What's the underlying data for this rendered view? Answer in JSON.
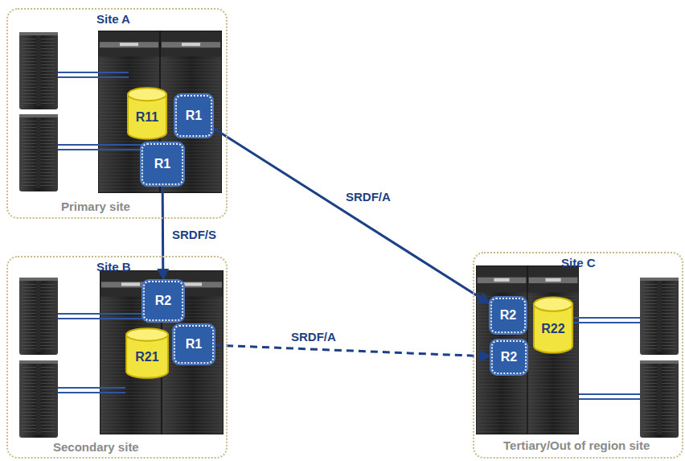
{
  "diagram": {
    "nodes": [
      {
        "text": [
          "Site A",
          "Primary site"
        ]
      },
      {
        "text": [
          "R11"
        ],
        "in": 0
      },
      {
        "text": [
          "R1"
        ],
        "in": 0
      },
      {
        "text": [
          "R1"
        ],
        "in": 0
      },
      {
        "text": [
          "Site B",
          "Secondary site"
        ]
      },
      {
        "text": [
          "R2"
        ],
        "in": 4
      },
      {
        "text": [
          "R21"
        ],
        "in": 4
      },
      {
        "text": [
          "R1"
        ],
        "in": 4
      },
      {
        "text": [
          "Site C",
          "Tertiary/Out of region site"
        ]
      },
      {
        "text": [
          "R2"
        ],
        "in": 8
      },
      {
        "text": [
          "R2"
        ],
        "in": 8
      },
      {
        "text": [
          "R22"
        ],
        "in": 8
      }
    ],
    "edges": [
      {
        "from": 3,
        "to": 5,
        "arrow": "to",
        "label": "SRDF/S"
      },
      {
        "from": 2,
        "to": 9,
        "arrow": "to",
        "label": "SRDF/A"
      },
      {
        "from": 7,
        "to": 10,
        "arrow": "to",
        "label": "SRDF/A"
      }
    ]
  }
}
